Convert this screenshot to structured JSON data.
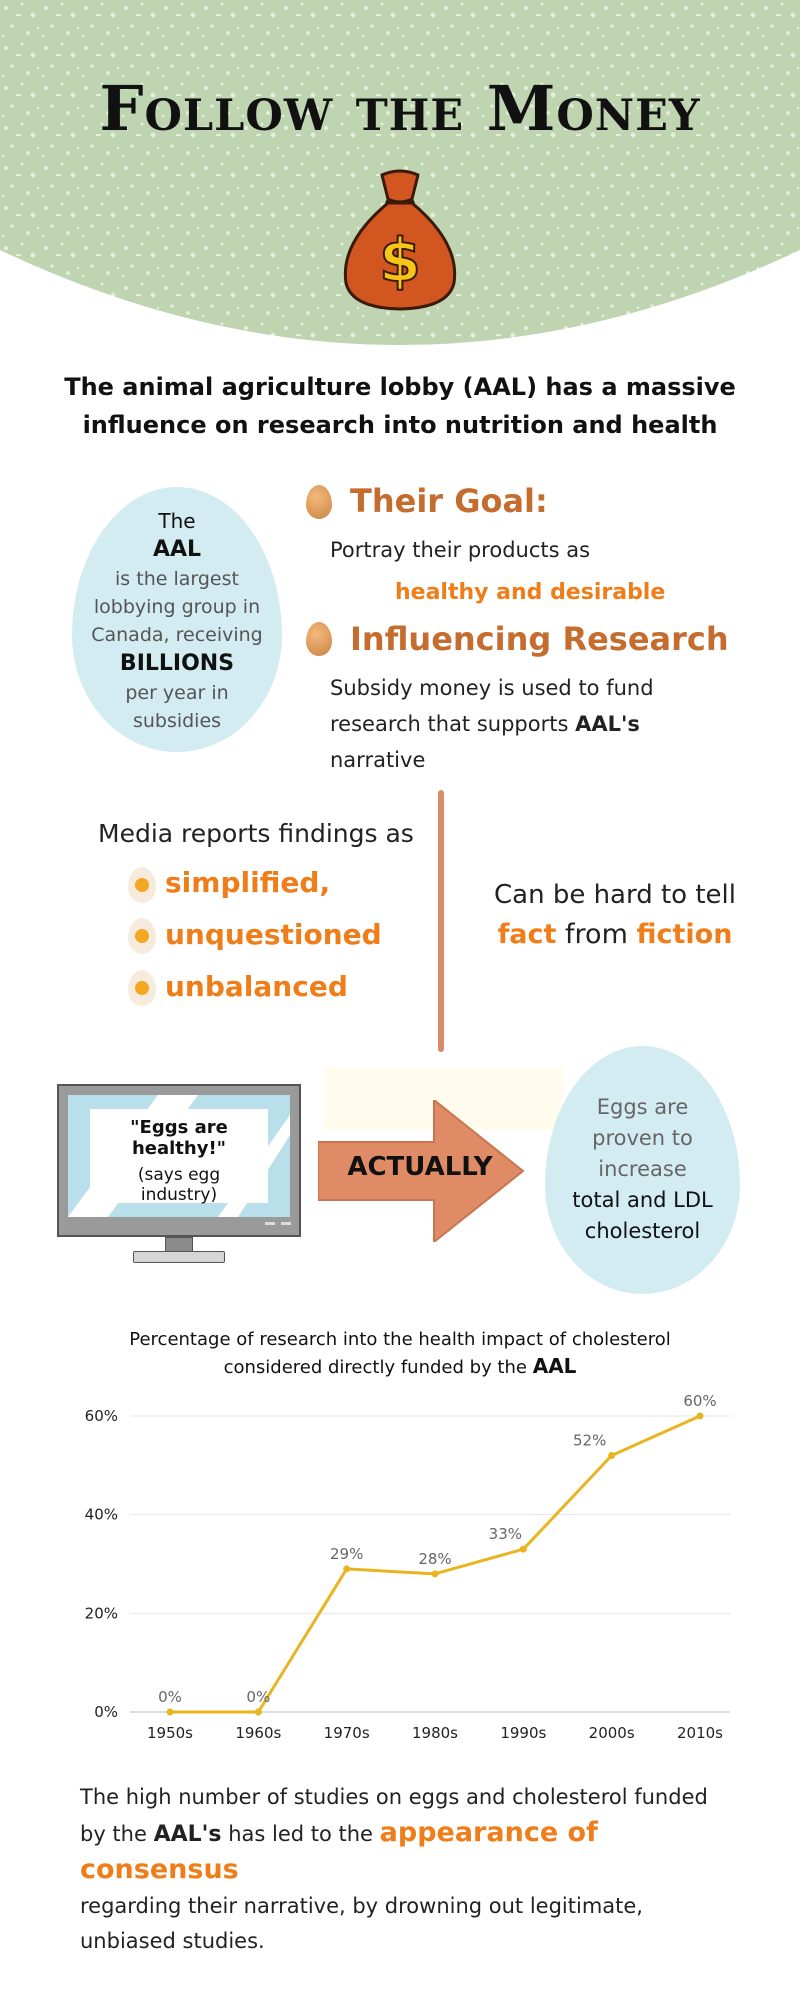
{
  "header": {
    "title": "Follow the Money"
  },
  "intro": "The animal agriculture lobby (AAL) has a massive influence on research into nutrition and health",
  "aal_egg": {
    "line1": "The",
    "line2": "AAL",
    "line3": "is the largest",
    "line4": "lobbying group in",
    "line5": "Canada, receiving",
    "line6": "BILLIONS",
    "line7": "per year in",
    "line8": "subsidies"
  },
  "goal": {
    "heading": "Their Goal:",
    "text": "Portray their products as",
    "highlight": "healthy and desirable"
  },
  "influence": {
    "heading": "Influencing Research",
    "text_a": "Subsidy money is used to fund",
    "text_b": "research that supports",
    "text_b_bold": "AAL's",
    "text_c": "narrative"
  },
  "media": {
    "intro": "Media reports findings as",
    "items": [
      "simplified,",
      "unquestioned",
      "unbalanced"
    ]
  },
  "hard_to_tell": {
    "line1": "Can be hard to tell",
    "fact": "fact",
    "from": "from",
    "fiction": "fiction"
  },
  "monitor": {
    "quote": "\"Eggs are healthy!\"",
    "attribution_line1": "(says egg",
    "attribution_line2": "industry)"
  },
  "arrow_label": "ACTUALLY",
  "cholesterol_egg": {
    "line1": "Eggs are",
    "line2": "proven to",
    "line3": "increase",
    "line4": "total and LDL",
    "line5": "cholesterol"
  },
  "chart_heading": {
    "line1": "Percentage of research into the health impact of cholesterol",
    "line2": "considered directly funded by the",
    "line2_bold": "AAL"
  },
  "chart_data": {
    "type": "line",
    "categories": [
      "1950s",
      "1960s",
      "1970s",
      "1980s",
      "1990s",
      "2000s",
      "2010s"
    ],
    "values": [
      0,
      0,
      29,
      28,
      33,
      52,
      60
    ],
    "data_labels": [
      "0%",
      "0%",
      "29%",
      "28%",
      "33%",
      "52%",
      "60%"
    ],
    "yticks": [
      "0%",
      "20%",
      "40%",
      "60%"
    ],
    "ylim": [
      0,
      60
    ],
    "grid": true,
    "line_color": "#e8b521"
  },
  "conclusion": {
    "part1": "The high number of studies on eggs and cholesterol funded",
    "part2": "by the",
    "bold": "AAL's",
    "part3": "has led to the",
    "highlight": "appearance of consensus",
    "part4": "regarding their narrative, by drowning out legitimate,",
    "part5": "unbiased studies."
  },
  "colors": {
    "hero_green": "#bfd4b0",
    "egg_blue": "#d3ecf2",
    "orange": "#ef7d1a",
    "brown_heading": "#c46d2e",
    "arrow": "#df8c66",
    "money_bag": "#d2561f"
  },
  "icons": [
    "money-bag-icon",
    "egg-bullet-icon",
    "fried-egg-icon",
    "monitor-icon",
    "arrow-icon"
  ]
}
